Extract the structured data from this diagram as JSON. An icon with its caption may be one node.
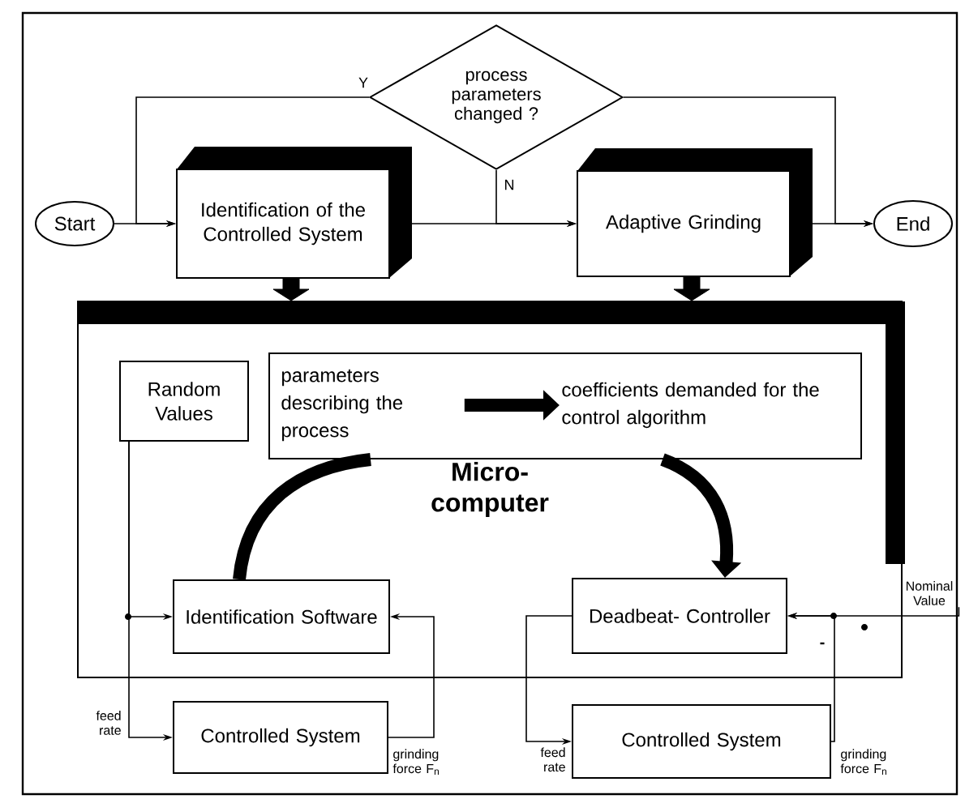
{
  "diagram": {
    "nodes": [
      {
        "text": [
          "Start"
        ]
      },
      {
        "text": [
          "Identification of the Controlled System"
        ]
      },
      {
        "text": [
          "process parameters changed ?"
        ]
      },
      {
        "text": [
          "Adaptive Grinding"
        ]
      },
      {
        "text": [
          "End"
        ]
      },
      {
        "text": [
          "Micro- computer"
        ]
      },
      {
        "text": [],
        "shape": "box",
        "in": 5
      },
      {
        "text": [
          "parameters describing the process"
        ],
        "in": 6
      },
      {
        "text": [
          "coefficients demanded for the control algorithm"
        ],
        "in": 6
      },
      {
        "text": [
          "Random Values"
        ],
        "in": 5
      },
      {
        "text": [
          "Identification Software"
        ],
        "in": 5
      },
      {
        "text": [
          "Deadbeat- Controller"
        ],
        "in": 5
      },
      {
        "text": [
          "Controlled System"
        ]
      },
      {
        "text": [
          "Controlled System"
        ]
      },
      {
        "text": [
          "Nominal Value"
        ]
      }
    ],
    "edges": [
      {
        "from": 0,
        "to": 1,
        "arrow": "to"
      },
      {
        "from": 1,
        "to": 3,
        "arrow": "to"
      },
      {
        "from": 2,
        "to": 1,
        "arrow": "to",
        "label": "Y"
      },
      {
        "from": 2,
        "to": 3,
        "arrow": "to",
        "label": "N"
      },
      {
        "from": 3,
        "to": 4,
        "arrow": "to"
      },
      {
        "from": 2,
        "to": 4,
        "arrow": "to"
      },
      {
        "from": 1,
        "to": 5,
        "arrow": "to",
        "style": "thick"
      },
      {
        "from": 3,
        "to": 5,
        "arrow": "to",
        "style": "thick"
      },
      {
        "from": 10,
        "to": 6,
        "arrow": "none",
        "style": "thick"
      },
      {
        "from": 6,
        "to": 11,
        "arrow": "to",
        "style": "thick"
      },
      {
        "from": 7,
        "to": 8,
        "arrow": "to",
        "style": "thick"
      },
      {
        "from": 9,
        "to": 10,
        "arrow": "to"
      },
      {
        "from": 9,
        "to": 12,
        "arrow": "to",
        "label": "feed rate"
      },
      {
        "from": 12,
        "to": 10,
        "arrow": "to",
        "label": "grinding force F$_{n}$"
      },
      {
        "from": 11,
        "to": 13,
        "arrow": "to",
        "label": "feed rate"
      },
      {
        "from": 13,
        "to": 11,
        "arrow": "to",
        "label": "grinding force F$_{n}$"
      },
      {
        "from": 14,
        "to": 11,
        "arrow": "to"
      }
    ],
    "labels": [
      "-"
    ]
  }
}
